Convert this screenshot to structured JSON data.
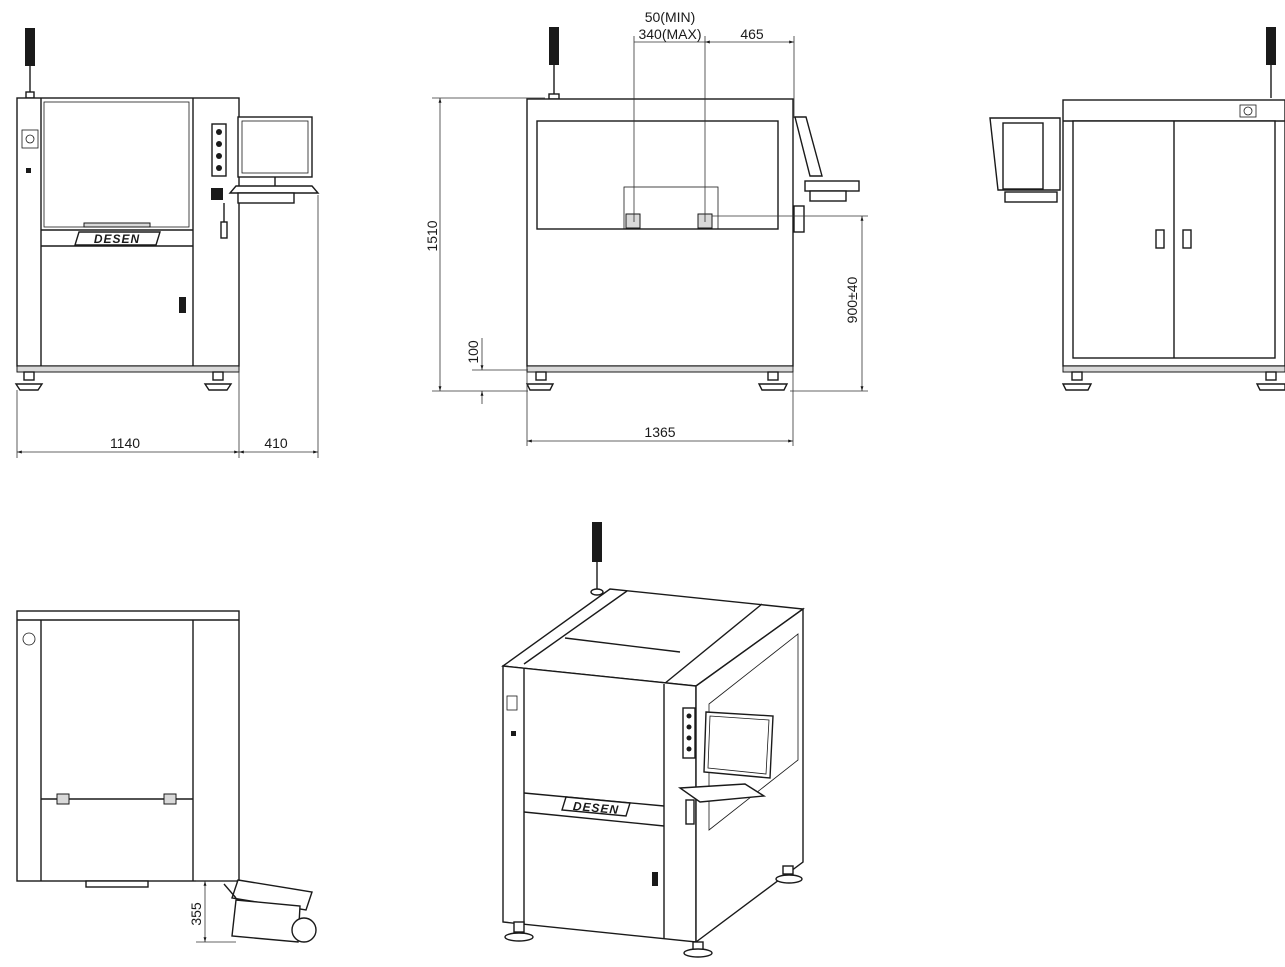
{
  "brand_logo": "DESEN",
  "dimensions": {
    "front_width": "1140",
    "front_side_extension": "410",
    "conveyor_min": "50(MIN)",
    "conveyor_max": "340(MAX)",
    "side_offset": "465",
    "overall_height": "1510",
    "foot_height": "100",
    "conveyor_height": "900±40",
    "side_width": "1365",
    "keyboard_offset": "355"
  }
}
